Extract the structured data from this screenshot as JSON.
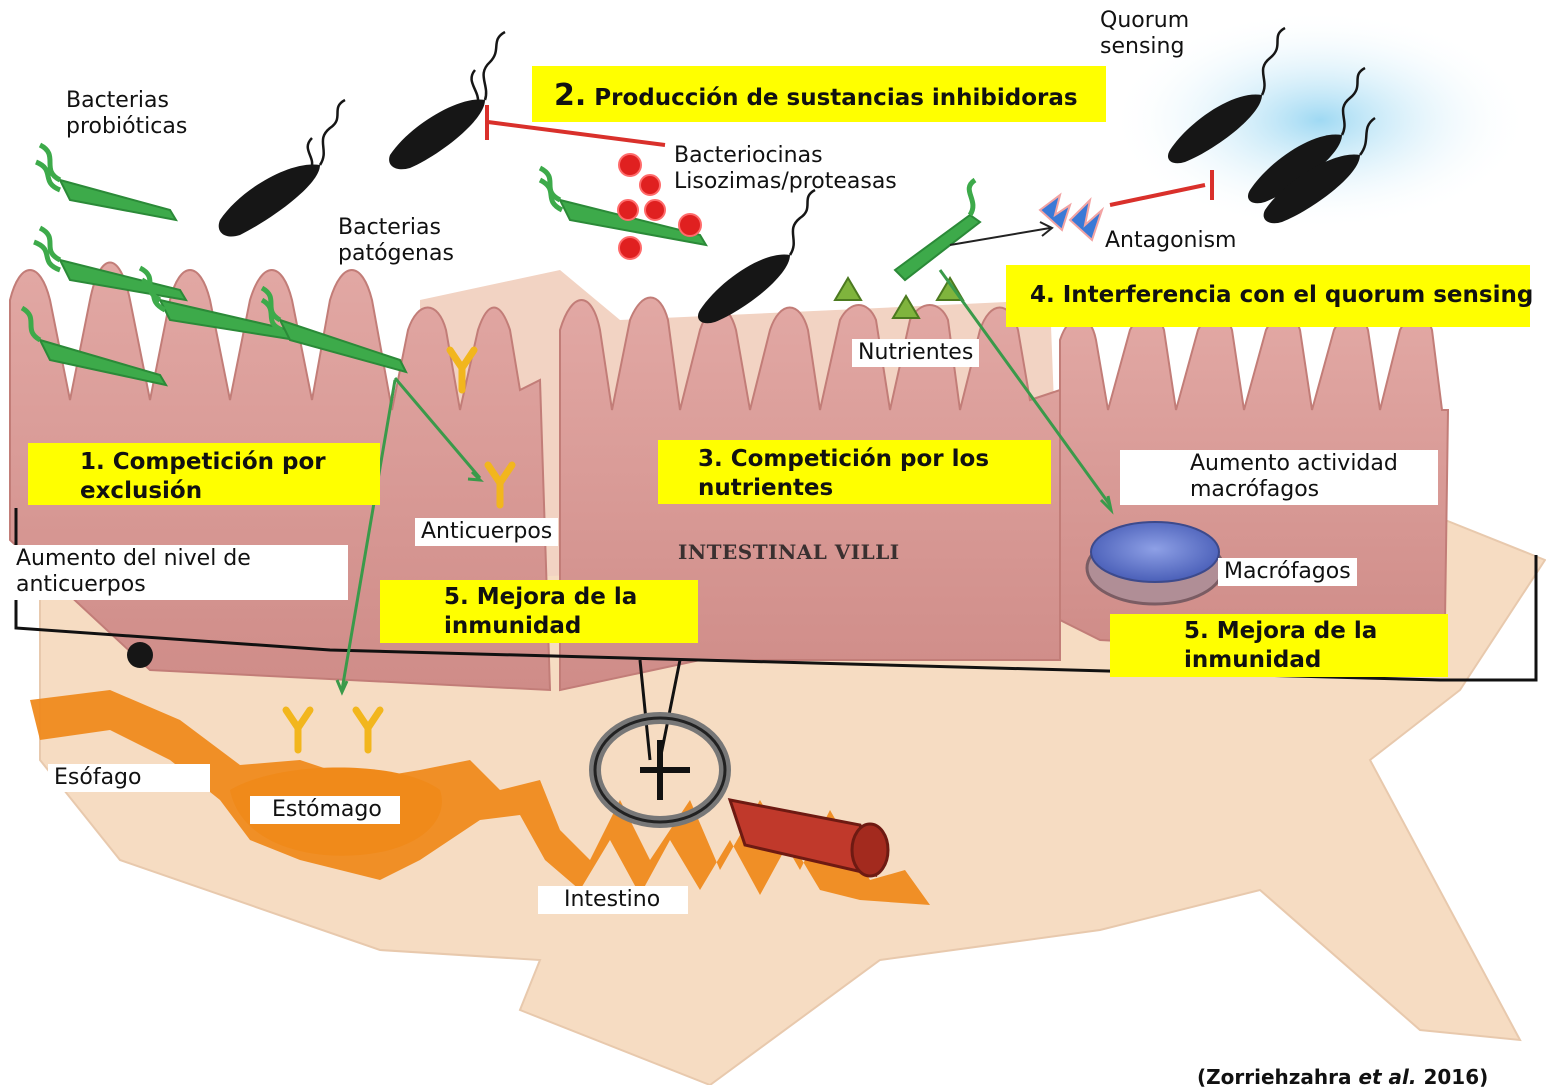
{
  "labels": {
    "probiotic": "Bacterias\nprobióticas",
    "pathogenic": "Bacterias\npatógenas",
    "bacteriocins": "Bacteriocinas\nLisozimas/proteasas",
    "quorum": "Quorum\nsensing",
    "antagonism": "Antagonism",
    "nutrients": "Nutrientes",
    "antibodies": "Anticuerpos",
    "antibody_increase": "Aumento del nivel de\nanticuerpos",
    "macrophage_activity": "Aumento actividad\nmacrófagos",
    "macrophages": "Macrófagos",
    "esophagus": "Esófago",
    "stomach": "Estómago",
    "intestine": "Intestino",
    "villi": "INTESTINAL VILLI"
  },
  "mechanisms": {
    "m1": "1. Competición por\nexclusión",
    "m2_num": "2.",
    "m2_text": "Producción de sustancias inhibidoras",
    "m3": "3. Competición por los\nnutrientes",
    "m4": "4. Interferencia con el quorum sensing",
    "m5a": "5. Mejora de la\ninmunidad",
    "m5b": "5. Mejora de la\ninmunidad"
  },
  "citation": {
    "pre": "(Zorriehzahra ",
    "etal": "et al.",
    "post": " 2016)"
  },
  "colors": {
    "mucosa": "#d89a96",
    "fish_body": "#f6dcc2",
    "gut": "#ef8a1e",
    "probiotic": "#3daa4a",
    "pathogen": "#161616",
    "highlight": "#ffff00",
    "inhibition": "#d9302b"
  }
}
